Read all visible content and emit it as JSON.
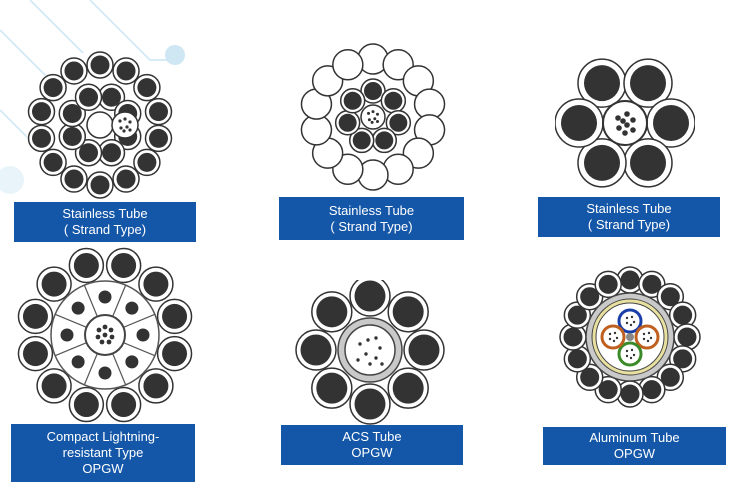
{
  "colors": {
    "label_bg": "#1457a8",
    "label_text": "#ffffff",
    "conductor": "#333333",
    "tube_ring": "#aaaaaa",
    "background_deco": "#cfe6f3"
  },
  "items": [
    {
      "label": [
        "Stainless Tube",
        "( Strand Type)"
      ]
    },
    {
      "label": [
        "Stainless Tube",
        "( Strand Type)"
      ]
    },
    {
      "label": [
        "Stainless Tube",
        "( Strand Type)"
      ]
    },
    {
      "label": [
        "Compact Lightning-",
        "resistant Type",
        "OPGW"
      ]
    },
    {
      "label": [
        "ACS Tube",
        "OPGW"
      ]
    },
    {
      "label": [
        "Aluminum Tube",
        "OPGW"
      ]
    }
  ]
}
